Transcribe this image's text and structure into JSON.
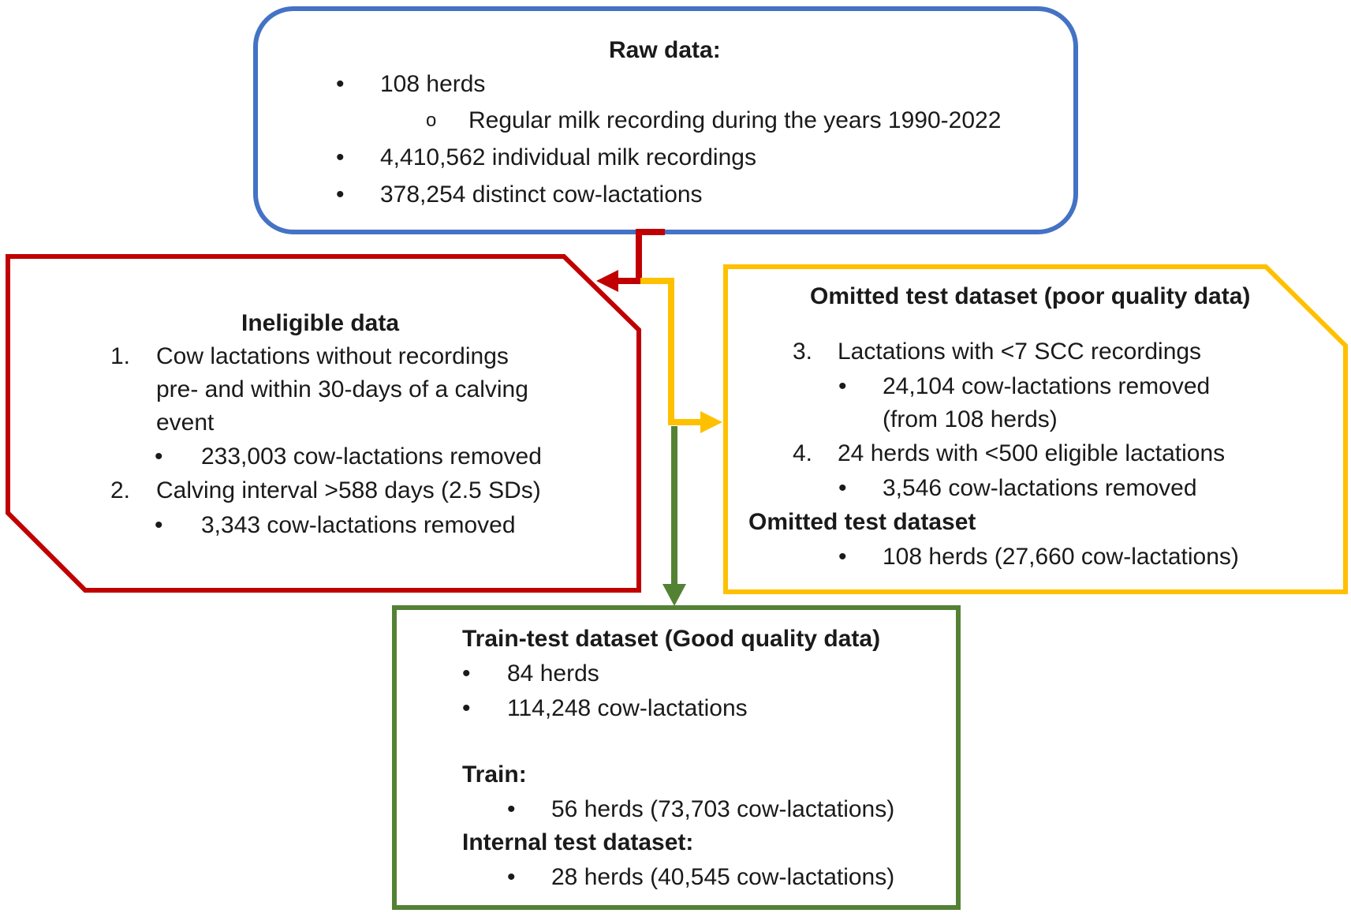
{
  "raw": {
    "title": "Raw data:",
    "items": [
      "108 herds",
      "Regular milk recording during the years 1990-2022",
      "4,410,562 individual milk recordings",
      "378,254 distinct cow-lactations"
    ]
  },
  "ineligible": {
    "title": "Ineligible data",
    "n1": "1.",
    "line1a": "Cow lactations without recordings",
    "line1b": "pre- and within 30-days of a calving",
    "line1c": "event",
    "sub1": "233,003 cow-lactations removed",
    "n2": "2.",
    "line2": "Calving interval >588 days (2.5 SDs)",
    "sub2": "3,343 cow-lactations removed"
  },
  "omitted": {
    "title": "Omitted test dataset (poor quality data)",
    "n3": "3.",
    "line3": "Lactations with <7 SCC recordings",
    "sub3a": "24,104 cow-lactations removed",
    "sub3b": "(from 108 herds)",
    "n4": "4.",
    "line4": "24 herds with <500 eligible lactations",
    "sub4": "3,546 cow-lactations removed",
    "subtitle": "Omitted test dataset",
    "sub5": "108 herds (27,660 cow-lactations)"
  },
  "train_test": {
    "title": "Train-test dataset (Good quality data)",
    "items": [
      "84 herds",
      "114,248 cow-lactations"
    ],
    "train_label": "Train:",
    "train_item": "56 herds (73,703 cow-lactations)",
    "internal_label": "Internal test dataset:",
    "internal_item": "28 herds (40,545 cow-lactations)"
  },
  "colors": {
    "blue": "#4472C4",
    "red": "#C00000",
    "yellow": "#FFC000",
    "green": "#548235"
  }
}
